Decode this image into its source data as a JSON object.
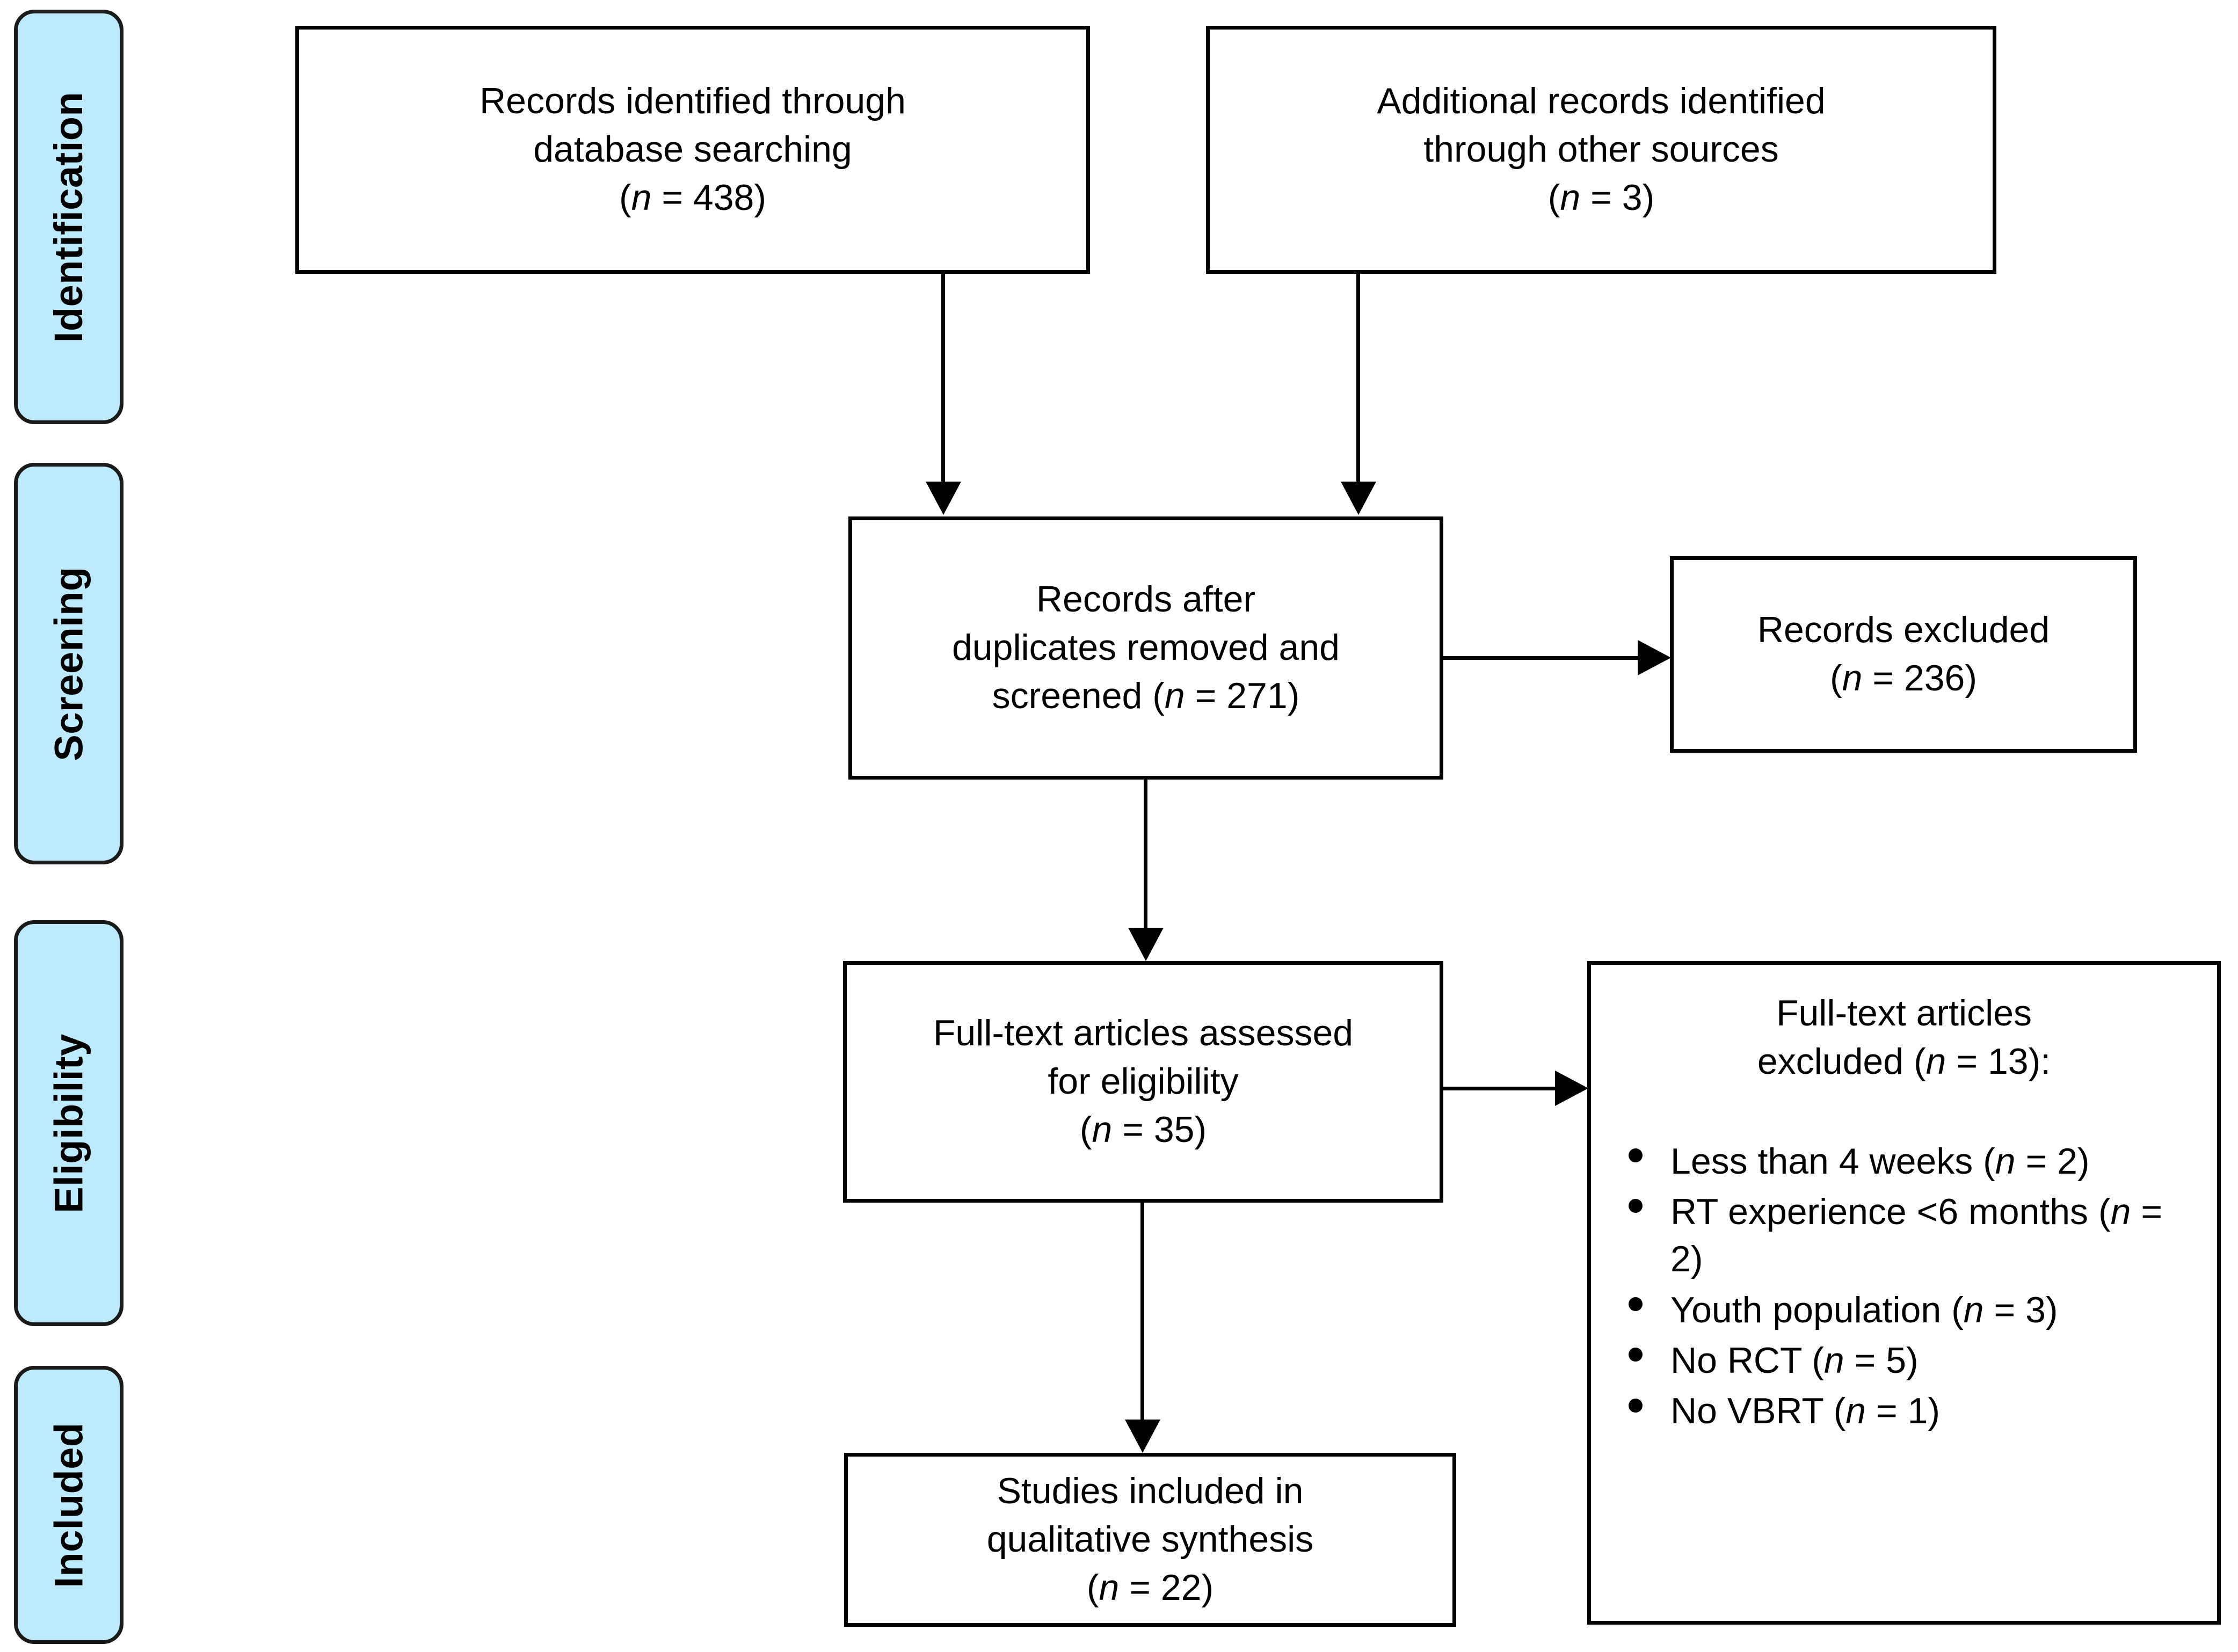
{
  "diagram": {
    "type": "prisma-flow-diagram",
    "phases": [
      {
        "id": "identification",
        "label": "Identification"
      },
      {
        "id": "screening",
        "label": "Screening"
      },
      {
        "id": "eligibility",
        "label": "Eligibility"
      },
      {
        "id": "included",
        "label": "Included"
      }
    ],
    "boxes": {
      "db_search": {
        "line1": "Records identified through",
        "line2": "database searching",
        "count_open": "(",
        "count_eq": " = ",
        "count_value": "438",
        "count_close": ")"
      },
      "other_sources": {
        "line1": "Additional records identified",
        "line2": "through other sources",
        "count_open": "(",
        "count_eq": " = ",
        "count_value": "3",
        "count_close": ")"
      },
      "after_duplicates": {
        "line1": "Records after",
        "line2": "duplicates removed and",
        "line3_prefix": "screened (",
        "line3_eq": " = ",
        "line3_value": "271",
        "line3_close": ")"
      },
      "records_excluded": {
        "line1": "Records excluded",
        "count_open": "(",
        "count_eq": " = ",
        "count_value": "236",
        "count_close": ")"
      },
      "fulltext_assessed": {
        "line1": "Full-text articles assessed",
        "line2": "for eligibility",
        "count_open": "(",
        "count_eq": " = ",
        "count_value": "35",
        "count_close": ")"
      },
      "fulltext_excluded": {
        "head_line1": "Full-text articles",
        "head_line2_prefix": "excluded (",
        "head_eq": " = ",
        "head_value": "13",
        "head_close": "):",
        "reasons": [
          {
            "text": "Less than 4 weeks (",
            "eq": " = ",
            "value": "2",
            "close": ")"
          },
          {
            "text": "RT experience <6 months (",
            "eq": " = ",
            "value": "2",
            "close": ")"
          },
          {
            "text": "Youth population (",
            "eq": " = ",
            "value": "3",
            "close": ")"
          },
          {
            "text": "No RCT (",
            "eq": " = ",
            "value": "5",
            "close": ")"
          },
          {
            "text": "No VBRT (",
            "eq": " = ",
            "value": "1",
            "close": ")"
          }
        ]
      },
      "included_studies": {
        "line1": "Studies included in",
        "line2": "qualitative synthesis",
        "count_open": "(",
        "count_eq": " = ",
        "count_value": "22",
        "count_close": ")"
      }
    },
    "symbols": {
      "n": "n"
    },
    "colors": {
      "phase_fill": "#bdebfd",
      "phase_border": "#1a1a1a",
      "box_border": "#000000",
      "box_fill": "#ffffff",
      "text": "#000000",
      "connector": "#000000"
    }
  }
}
